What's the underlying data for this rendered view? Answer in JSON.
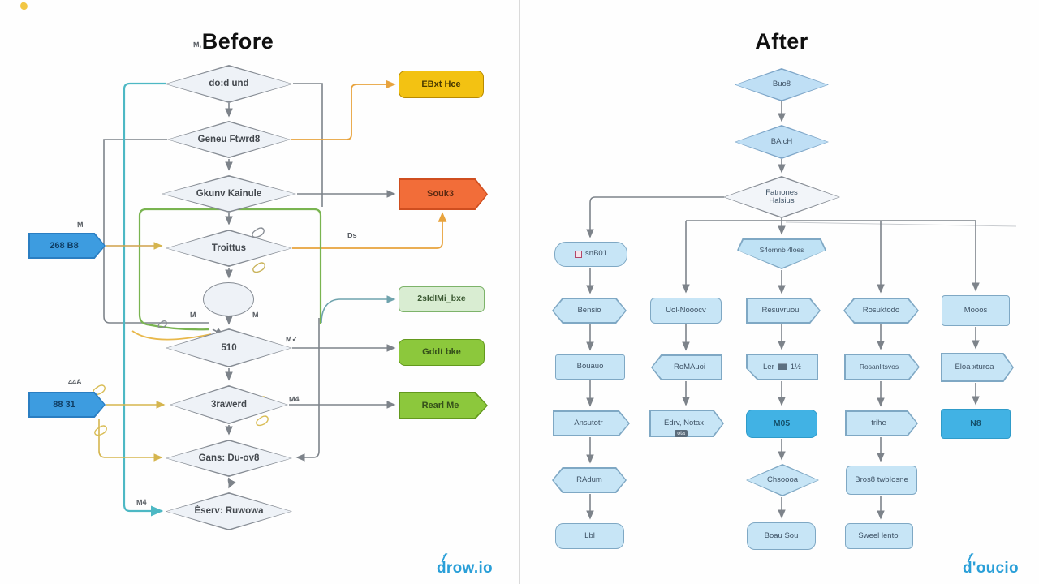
{
  "before": {
    "title": "Before",
    "diamonds": {
      "d1": "do:d und",
      "d2": "Geneu Ftwrd8",
      "d3": "Gkunv Kainule",
      "d4": "Troittus",
      "d5": "510",
      "d6": "3rawerd",
      "d7": "Gans: Du-ov8",
      "d8": "Éserv: Ruwowa"
    },
    "terminals": {
      "yellow": "EBxt Hce",
      "orange": "Souk3",
      "lightgreen": "2sIdIMi_bxe",
      "green1": "Gddt bke",
      "green2": "Rearl Me"
    },
    "data_nodes": {
      "blue1": "268 B8",
      "blue2": "88 31"
    },
    "edge_labels": {
      "l_top": "M,",
      "l_blue1": "M",
      "l_ds": "Ds",
      "l_no1": "M",
      "l_no2": "M",
      "l_yes": "M✓",
      "l_m4": "M4",
      "l_44a": "44A",
      "l_m4b": "M4"
    }
  },
  "after": {
    "title": "After",
    "nodes": {
      "d1": "Buo8",
      "d2": "BAicH",
      "d3_line1": "Fatnones",
      "d3_line2": "Halsius",
      "pent": "S4ornnb 4loes",
      "c1r1": "snB01",
      "c1r2": "Bensio",
      "c1r3": "Bouauo",
      "c1r4": "Ansutotr",
      "c1r5": "RAdum",
      "c1r6": "Lbl",
      "c2r2": "Uol-Nooocv",
      "c2r3": "RoMAuoi",
      "c2r4": "Edrv, Notax",
      "c2r4_badge": "ota",
      "c3r2": "Resuvruou",
      "c3r3_a": "Ler",
      "c3r3_b": "1½",
      "c3r4": "M05",
      "c3r5": "Chsoooa",
      "c3r6": "Boau Sou",
      "c4r2": "Rosuktodo",
      "c4r3": "Rosanlitsvos",
      "c4r4": "trihe",
      "c4r5": "Bros8 twbIosne",
      "c4r6": "Sweel lentol",
      "c5r2": "Mooos",
      "c5r3": "Eloa xturoa",
      "c5r4": "N8"
    }
  },
  "branding": {
    "logo_left": "drow.io",
    "logo_right": "d'oucio"
  },
  "colors": {
    "accent_blue": "#3fb1e3",
    "light_blue_fill": "#c7e5f6",
    "blue_border": "#7fa8c4",
    "yellow_fill": "#f3c212",
    "orange_fill": "#f26d39",
    "green_fill": "#8cc83c",
    "light_green_fill": "#d9edd2",
    "data_blue_fill": "#3d9ce0",
    "teal_line": "#4db8c4",
    "green_line": "#79b450",
    "orange_line": "#e8a33d",
    "yellow_line": "#d5b54e",
    "gray_line": "#7d838a"
  }
}
